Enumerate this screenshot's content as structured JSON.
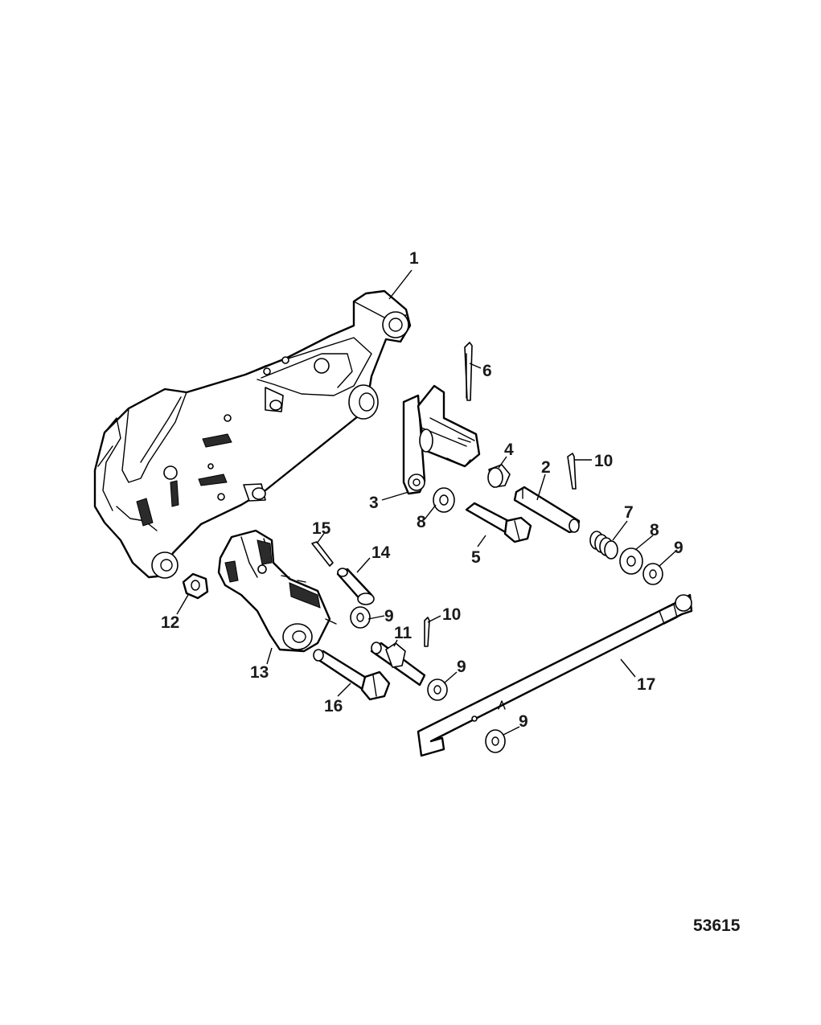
{
  "callouts": {
    "c1": "1",
    "c2": "2",
    "c3": "3",
    "c4": "4",
    "c5": "5",
    "c6": "6",
    "c7": "7",
    "c8a": "8",
    "c8b": "8",
    "c9a": "9",
    "c9b": "9",
    "c9c": "9",
    "c9d": "9",
    "c10a": "10",
    "c10b": "10",
    "c11": "11",
    "c12": "12",
    "c13": "13",
    "c14": "14",
    "c15": "15",
    "c16": "16",
    "c17": "17"
  },
  "figure_number": "53615"
}
